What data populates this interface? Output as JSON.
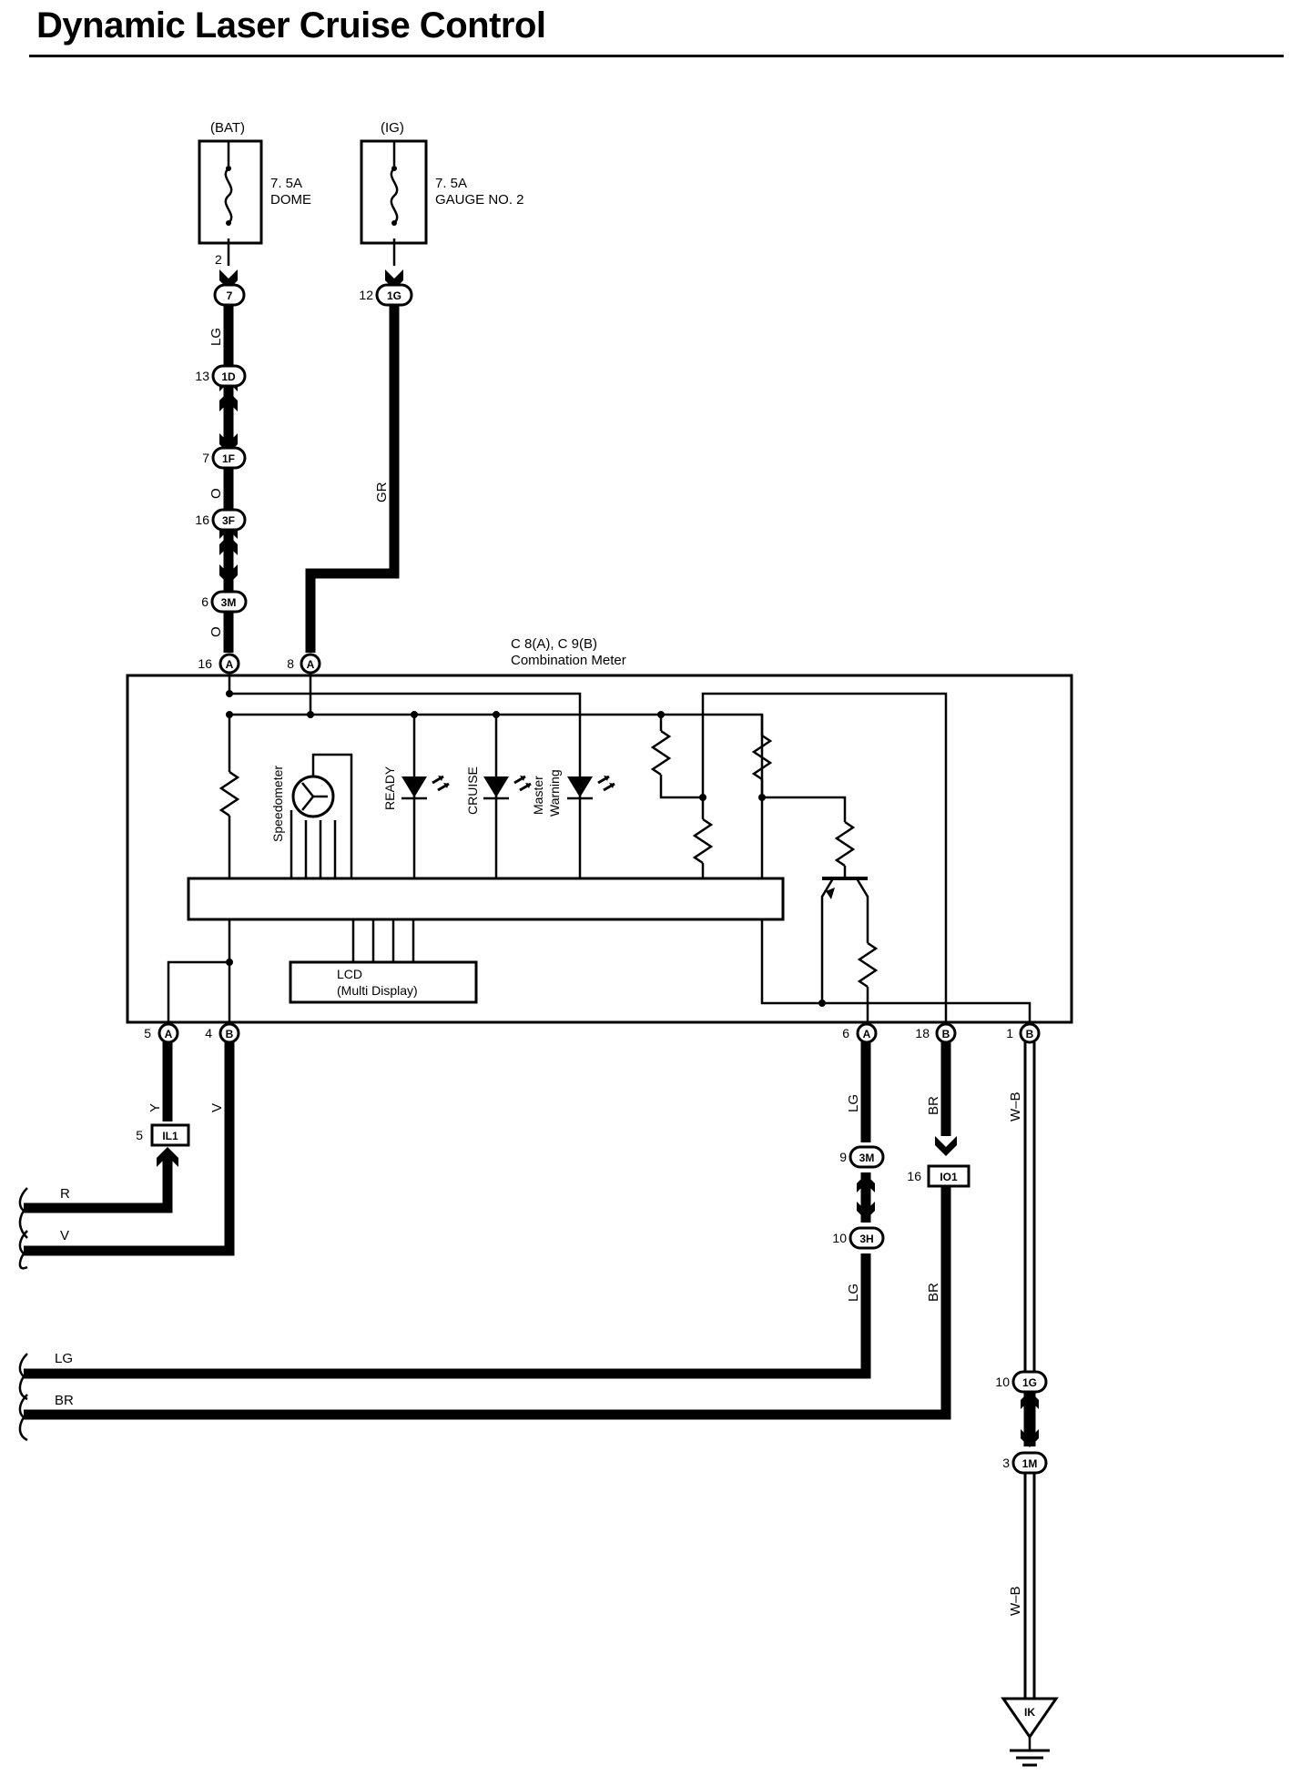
{
  "title": "Dynamic Laser Cruise Control",
  "fuses": [
    {
      "source": "(BAT)",
      "rating": "7. 5A",
      "name": "DOME"
    },
    {
      "source": "(IG)",
      "rating": "7. 5A",
      "name": "GAUGE NO. 2"
    }
  ],
  "meter": {
    "code": "C 8(A), C 9(B)",
    "name": "Combination Meter",
    "speedometer": "Speedometer",
    "indicators": [
      "READY",
      "CRUISE",
      "Master",
      "Warning"
    ],
    "lcd_line1": "LCD",
    "lcd_line2": "(Multi Display)"
  },
  "connectors": {
    "c7": {
      "pin": "2",
      "id": "7"
    },
    "c1g_top": {
      "pin": "12",
      "id": "1G"
    },
    "c1d": {
      "pin": "13",
      "id": "1D"
    },
    "c1f": {
      "pin": "7",
      "id": "1F"
    },
    "c3f": {
      "pin": "16",
      "id": "3F"
    },
    "c3m_left": {
      "pin": "6",
      "id": "3M"
    },
    "m_a16": {
      "pin": "16",
      "id": "A"
    },
    "m_a8": {
      "pin": "8",
      "id": "A"
    },
    "m_a5": {
      "pin": "5",
      "id": "A"
    },
    "m_b4": {
      "pin": "4",
      "id": "B"
    },
    "m_a6": {
      "pin": "6",
      "id": "A"
    },
    "m_b18": {
      "pin": "18",
      "id": "B"
    },
    "m_b1": {
      "pin": "1",
      "id": "B"
    },
    "il1": {
      "pin": "5",
      "id": "IL1"
    },
    "c3m_right": {
      "pin": "9",
      "id": "3M"
    },
    "c3h": {
      "pin": "10",
      "id": "3H"
    },
    "io1": {
      "pin": "16",
      "id": "IO1"
    },
    "c1g_bottom": {
      "pin": "10",
      "id": "1G"
    },
    "c1m": {
      "pin": "3",
      "id": "1M"
    },
    "ground": {
      "id": "IK"
    }
  },
  "wire_colors": {
    "lg_top": "LG",
    "o_upper": "O",
    "o_lower": "O",
    "gr": "GR",
    "y": "Y",
    "v": "V",
    "lg_right_upper": "LG",
    "lg_right_lower": "LG",
    "br_upper": "BR",
    "br_lower": "BR",
    "wb_upper": "W–B",
    "wb_lower": "W–B"
  },
  "outputs": {
    "r": "R",
    "v": "V",
    "lg": "LG",
    "br": "BR"
  }
}
